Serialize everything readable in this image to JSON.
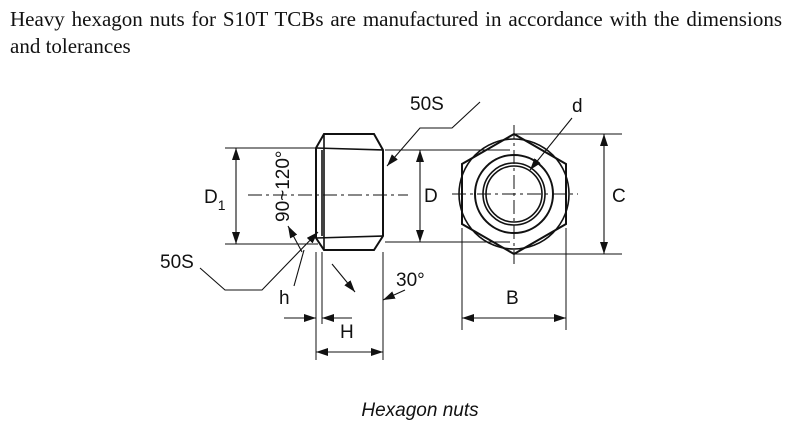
{
  "intro_text": "Heavy hexagon nuts for S10T TCBs are manufactured in accordance with the dimensions and tolerances",
  "figure": {
    "caption": "Hexagon nuts",
    "labels": {
      "finish_top": "50S",
      "finish_left": "50S",
      "chamfer_angle": "90~120°",
      "bearing_angle": "30°",
      "d": "d",
      "D": "D",
      "D1": "D",
      "D1_subscript": "1",
      "C": "C",
      "B": "B",
      "H": "H",
      "h": "h"
    }
  }
}
